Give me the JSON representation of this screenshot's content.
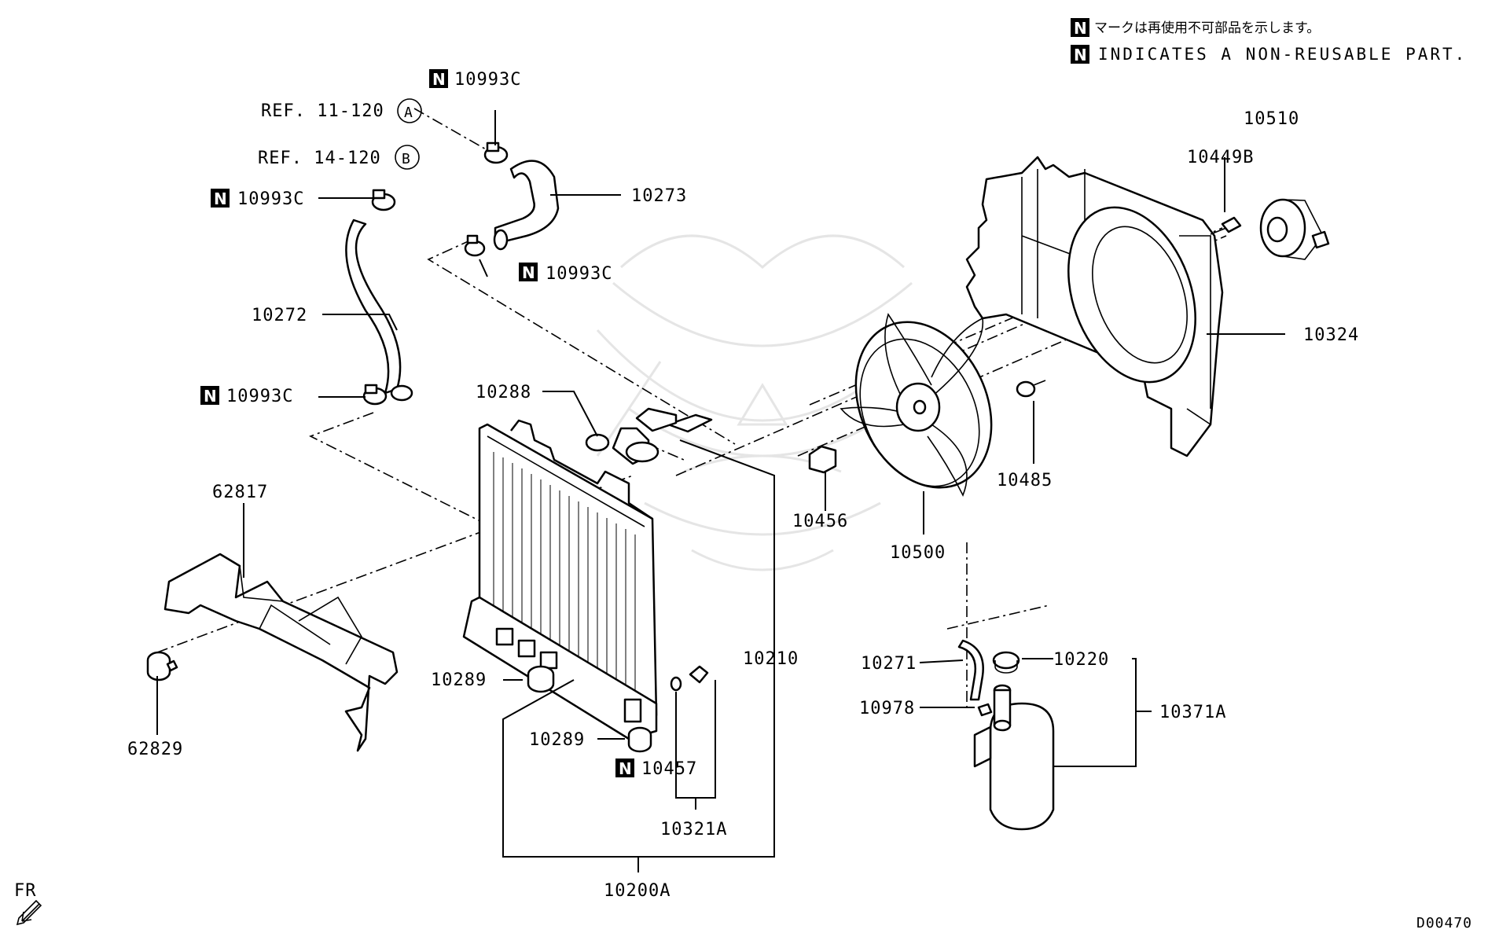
{
  "legend": {
    "badge": "N",
    "line_jp": "マークは再使用不可部品を示します。",
    "line_en": "INDICATES A NON-REUSABLE PART."
  },
  "refs": {
    "ref_a": "REF. 11-120",
    "circle_a": "A",
    "ref_b": "REF. 14-120",
    "circle_b": "B"
  },
  "labels": {
    "p10993c_1": "10993C",
    "p10993c_2": "10993C",
    "p10993c_3": "10993C",
    "p10993c_4": "10993C",
    "p10273": "10273",
    "p10272": "10272",
    "p10288": "10288",
    "p10510": "10510",
    "p10449b": "10449B",
    "p10324": "10324",
    "p10485": "10485",
    "p10456": "10456",
    "p10500": "10500",
    "p62817": "62817",
    "p62829": "62829",
    "p10210": "10210",
    "p10289_1": "10289",
    "p10289_2": "10289",
    "p10457": "10457",
    "p10321a": "10321A",
    "p10200a": "10200A",
    "p10271": "10271",
    "p10220": "10220",
    "p10978": "10978",
    "p10371a": "10371A"
  },
  "footer": {
    "fr": "FR",
    "diagram_code": "D00470"
  }
}
